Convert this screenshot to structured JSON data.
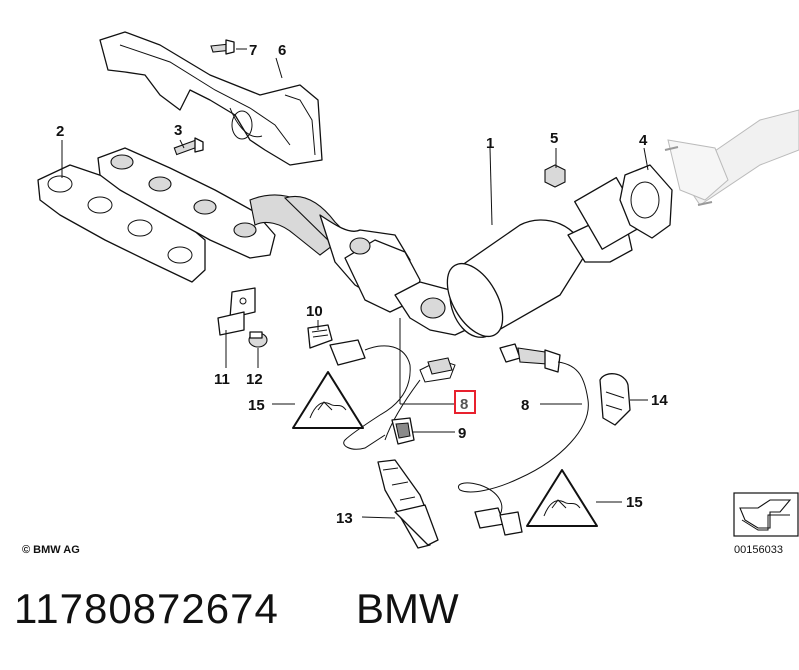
{
  "callouts": {
    "c1": "1",
    "c2": "2",
    "c3": "3",
    "c4": "4",
    "c5": "5",
    "c6": "6",
    "c7": "7",
    "c8_top": "8",
    "c8_right": "8",
    "c9": "9",
    "c10": "10",
    "c11": "11",
    "c12": "12",
    "c13": "13",
    "c14": "14",
    "c15_left": "15",
    "c15_right": "15"
  },
  "highlight_color": "#e8212e",
  "copyright": "© BMW AG",
  "diagram_code": "00156033",
  "footer": {
    "part_number": "11780872674",
    "brand": "BMW"
  }
}
